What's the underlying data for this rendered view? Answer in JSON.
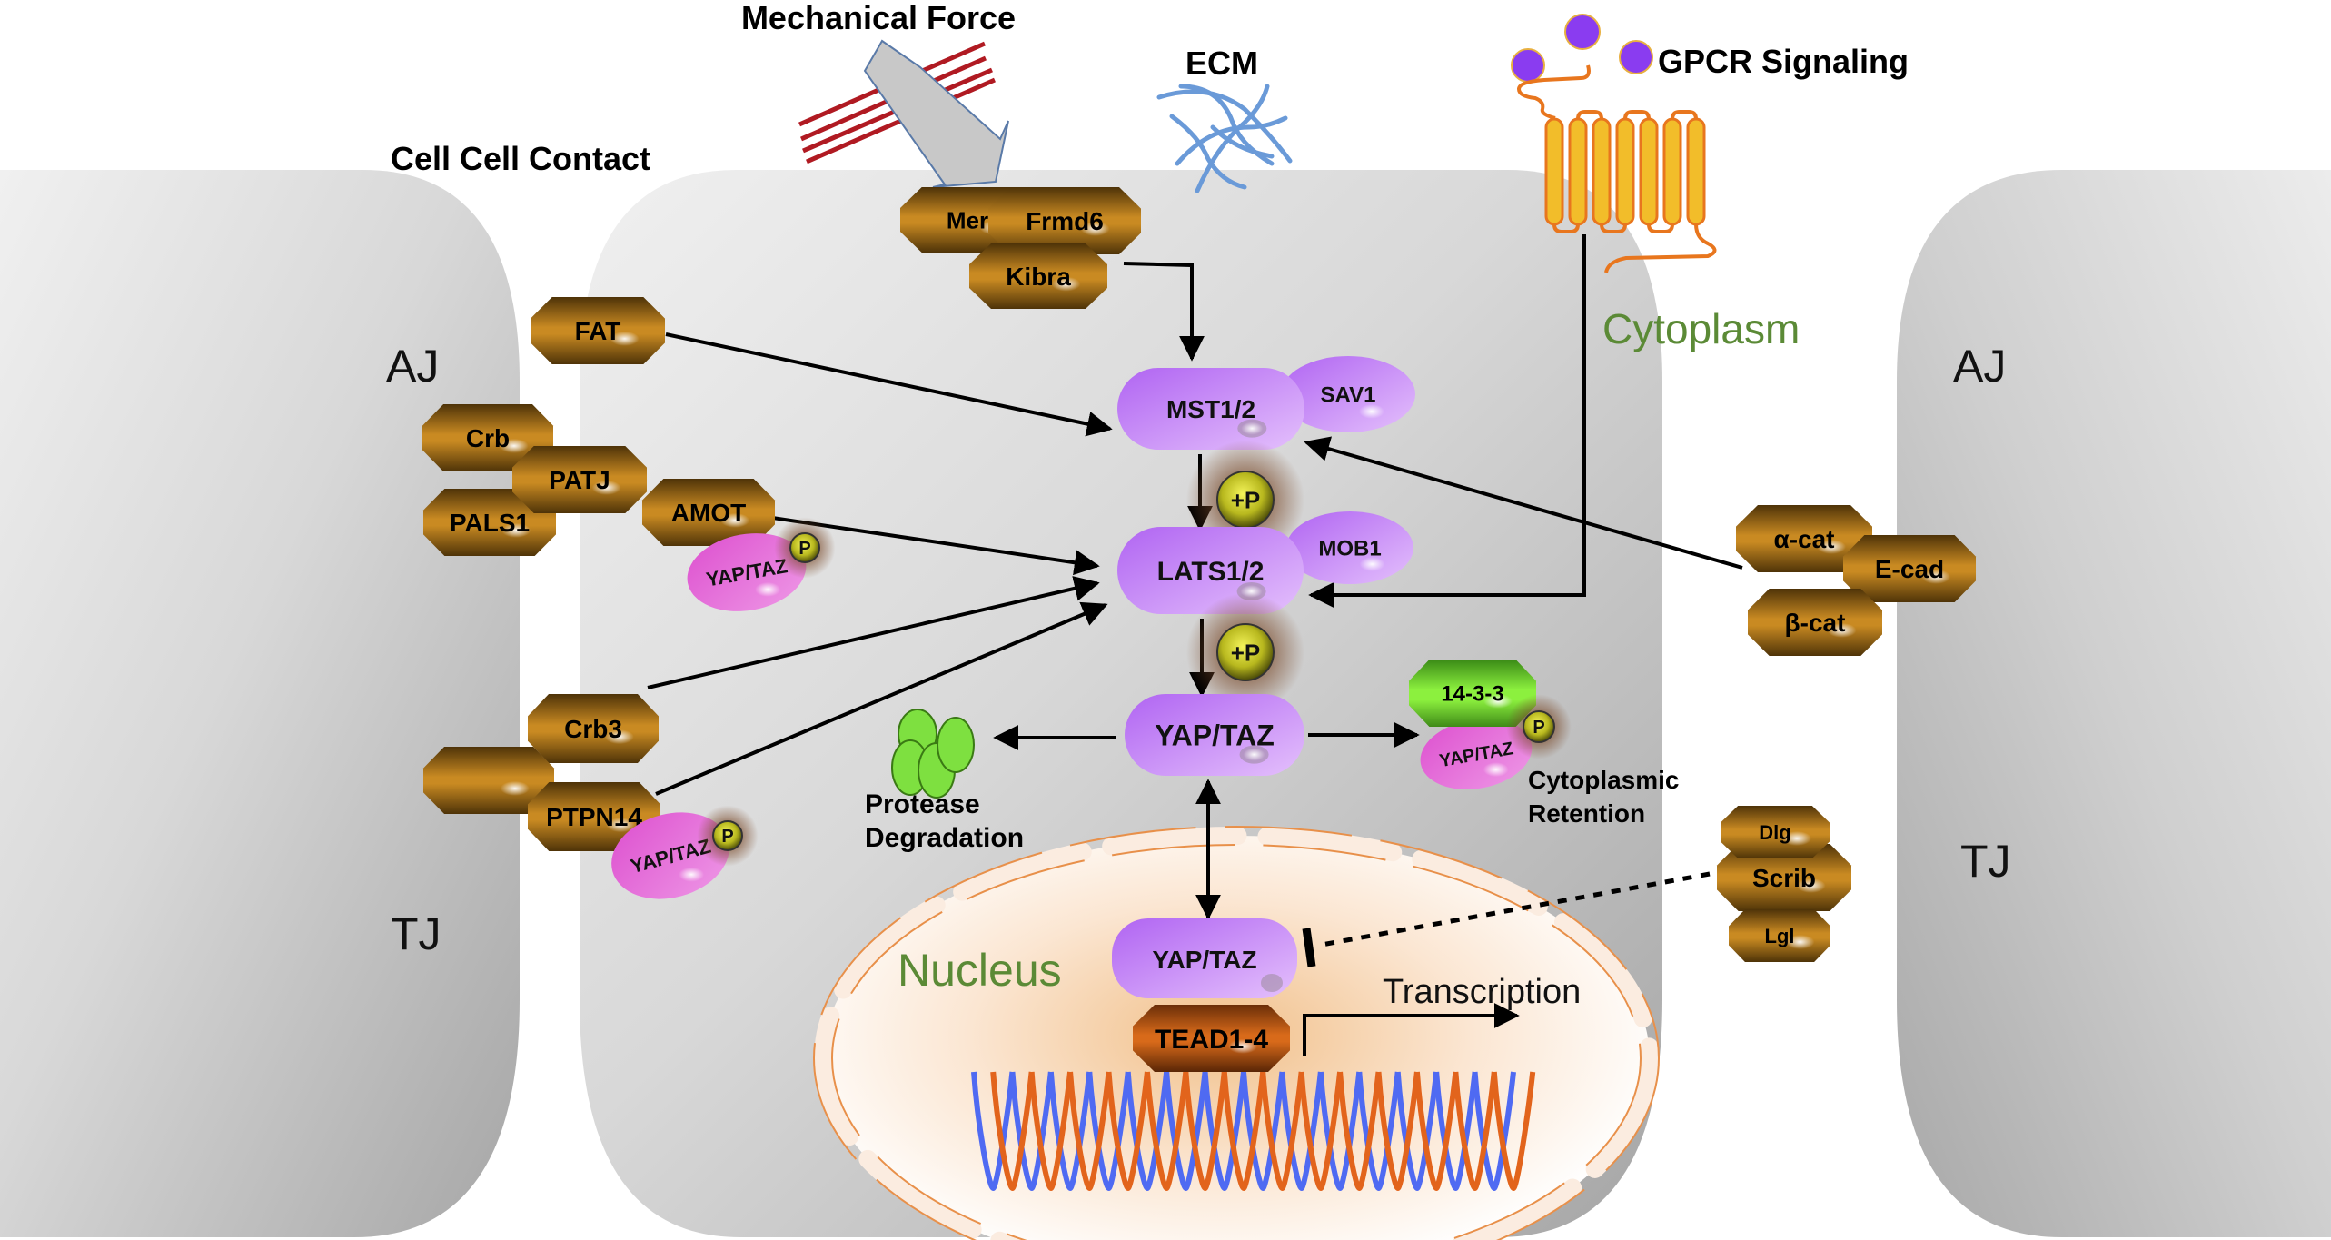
{
  "title": "Hippo-YAP/TAZ signaling pathway",
  "colors": {
    "cell_light": "#ececec",
    "cell_dark": "#a9a9a9",
    "protein_brown_light": "#c98a22",
    "protein_brown_dark": "#4e3308",
    "kinase_purple_dark": "#b66bf2",
    "kinase_purple_light": "#dcb4fb",
    "yap_pink": "#e060d0",
    "phospho_yellow": "#d6d62a",
    "protein_1433_green": "#86e83a",
    "tead_orange": "#d86a1a",
    "dna_blue": "#4f6af2",
    "dna_orange": "#e2641c",
    "gpcr_yellow": "#f2bd2a",
    "gpcr_orange": "#e8761e",
    "ligand_purple": "#8a3cf0",
    "ecm_blue": "#6a9ad8",
    "force_red": "#b01a22",
    "compartment_green": "#5b8a36",
    "protease_green": "#7ee040"
  },
  "stimuli": {
    "mechanical_force": "Mechanical Force",
    "ecm": "ECM",
    "gpcr": "GPCR Signaling",
    "cell_cell_contact": "Cell Cell Contact"
  },
  "compartments": {
    "cytoplasm": "Cytoplasm",
    "nucleus": "Nucleus"
  },
  "junctions": {
    "left_aj": "AJ",
    "left_tj": "TJ",
    "right_aj": "AJ",
    "right_tj": "TJ"
  },
  "proteins": {
    "mer": "Mer",
    "frmd6": "Frmd6",
    "kibra": "Kibra",
    "fat": "FAT",
    "crb": "Crb",
    "patj": "PATJ",
    "pals1": "PALS1",
    "amot": "AMOT",
    "crb3": "Crb3",
    "unlabeled": "",
    "ptpn14": "PTPN14",
    "alpha_cat": "α-cat",
    "e_cad": "E-cad",
    "beta_cat": "β-cat",
    "dlg": "Dlg",
    "scrib": "Scrib",
    "lgl": "Lgl",
    "mst": "MST1/2",
    "sav1": "SAV1",
    "lats": "LATS1/2",
    "mob1": "MOB1",
    "yap_cyto": "YAP/TAZ",
    "yap_nuc": "YAP/TAZ",
    "yap_amot": "YAP/TAZ",
    "yap_ptpn14": "YAP/TAZ",
    "yap_1433": "YAP/TAZ",
    "p1433": "14-3-3",
    "tead": "TEAD1-4"
  },
  "phospho": {
    "plus_p": "+P",
    "p": "P"
  },
  "outcomes": {
    "protease_line1": "Protease",
    "protease_line2": "Degradation",
    "retention_line1": "Cytoplasmic",
    "retention_line2": "Retention",
    "transcription": "Transcription"
  },
  "edges": [
    {
      "from": "Kibra complex",
      "to": "MST1/2",
      "type": "activation"
    },
    {
      "from": "FAT",
      "to": "MST1/2",
      "type": "activation"
    },
    {
      "from": "α-cat/E-cad/β-cat",
      "to": "MST1/2",
      "type": "activation"
    },
    {
      "from": "MST1/2",
      "to": "LATS1/2",
      "type": "phosphorylation"
    },
    {
      "from": "AMOT",
      "to": "LATS1/2",
      "type": "activation"
    },
    {
      "from": "Crb3",
      "to": "LATS1/2",
      "type": "activation"
    },
    {
      "from": "PTPN14",
      "to": "LATS1/2",
      "type": "activation"
    },
    {
      "from": "GPCR",
      "to": "LATS1/2",
      "type": "activation"
    },
    {
      "from": "LATS1/2",
      "to": "YAP/TAZ",
      "type": "phosphorylation"
    },
    {
      "from": "YAP/TAZ",
      "to": "Protease Degradation",
      "type": "activation"
    },
    {
      "from": "YAP/TAZ",
      "to": "Cytoplasmic Retention",
      "type": "activation"
    },
    {
      "from": "YAP/TAZ (cytoplasm)",
      "to": "YAP/TAZ (nucleus)",
      "type": "bidirectional"
    },
    {
      "from": "Scrib complex",
      "to": "YAP/TAZ (nucleus)",
      "type": "inhibition"
    },
    {
      "from": "TEAD1-4",
      "to": "Transcription",
      "type": "activation"
    }
  ]
}
